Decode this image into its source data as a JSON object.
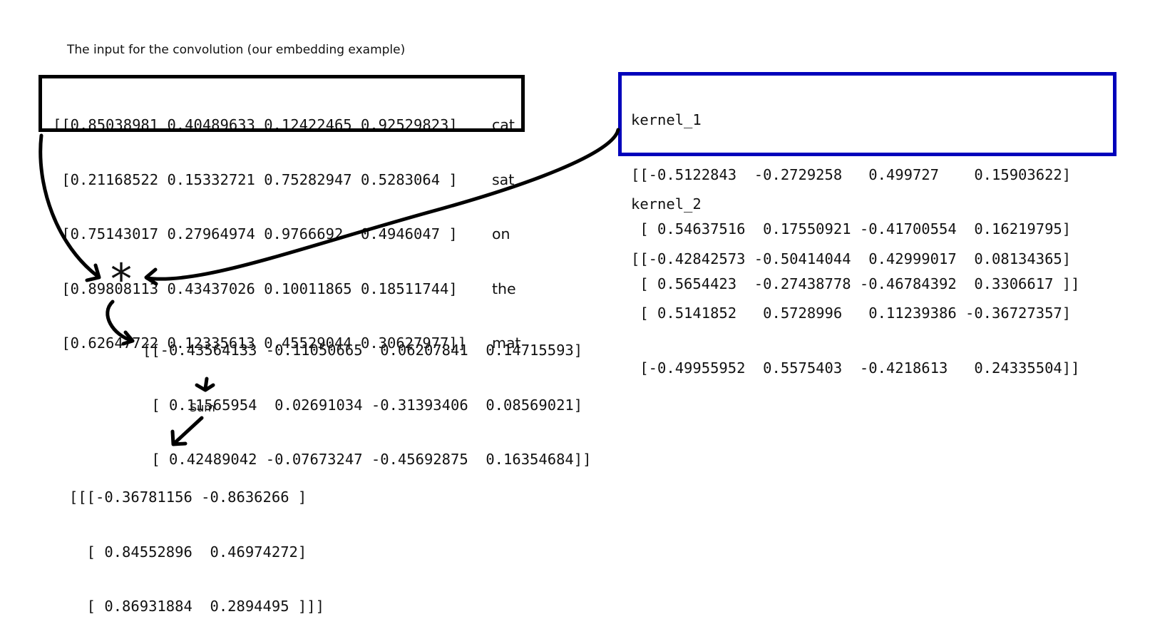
{
  "title": "The input for the convolution (our embedding example)",
  "input_matrix": [
    "[[0.85038981 0.40489633 0.12422465 0.92529823]",
    " [0.21168522 0.15332721 0.75282947 0.5283064 ]",
    " [0.75143017 0.27964974 0.9766692  0.4946047 ]",
    " [0.89808113 0.43437026 0.10011865 0.18511744]",
    " [0.62647722 0.12335613 0.45529044 0.30627977]]"
  ],
  "words": [
    "cat",
    "sat",
    "on",
    "the",
    "mat"
  ],
  "kernel_1": {
    "label": "kernel_1",
    "rows": [
      "[[-0.5122843  -0.2729258   0.499727    0.15903622]",
      " [ 0.54637516  0.17550921 -0.41700554  0.16219795]",
      " [ 0.5654423  -0.27438778 -0.46784392  0.3306617 ]]"
    ]
  },
  "kernel_2": {
    "label": "kernel_2",
    "rows": [
      "[[-0.42842573 -0.50414044  0.42999017  0.08134365]",
      " [ 0.5141852   0.5728996   0.11239386 -0.36727357]",
      " [-0.49955952  0.5575403  -0.4218613   0.24335504]]"
    ]
  },
  "operator": "*",
  "product_matrix": [
    "[[-0.43564133 -0.11050665  0.06207841  0.14715593]",
    " [ 0.11565954  0.02691034 -0.31393406  0.08569021]",
    " [ 0.42489042 -0.07673247 -0.45692875  0.16354684]]"
  ],
  "sum_label": "Sum",
  "result_matrix": [
    "[[[-0.36781156 -0.8636266 ]",
    "  [ 0.84552896  0.46974272]",
    "  [ 0.86931884  0.2894495 ]]]"
  ],
  "colors": {
    "input_window": "#000000",
    "kernel_window": "#0000bb",
    "text": "#111111"
  }
}
